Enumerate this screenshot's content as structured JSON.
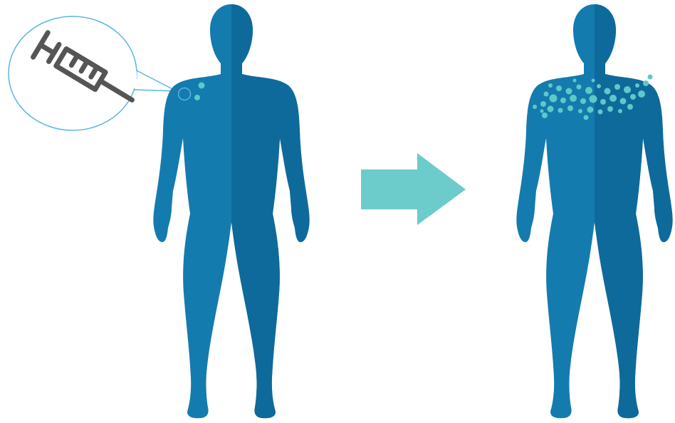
{
  "colors": {
    "background": "#ffffff",
    "body_light": "#147bae",
    "body_dark": "#0e6a9a",
    "particles": "#5fc8c8",
    "arrow": "#6ccbcb",
    "callout_border": "#5bb6e0",
    "syringe": "#555555"
  },
  "icons": {
    "injection_callout": "syringe-icon",
    "transition": "right-arrow-icon"
  },
  "figures": [
    {
      "role": "before",
      "state": "local injection site"
    },
    {
      "role": "after",
      "state": "spread across upper body"
    }
  ]
}
